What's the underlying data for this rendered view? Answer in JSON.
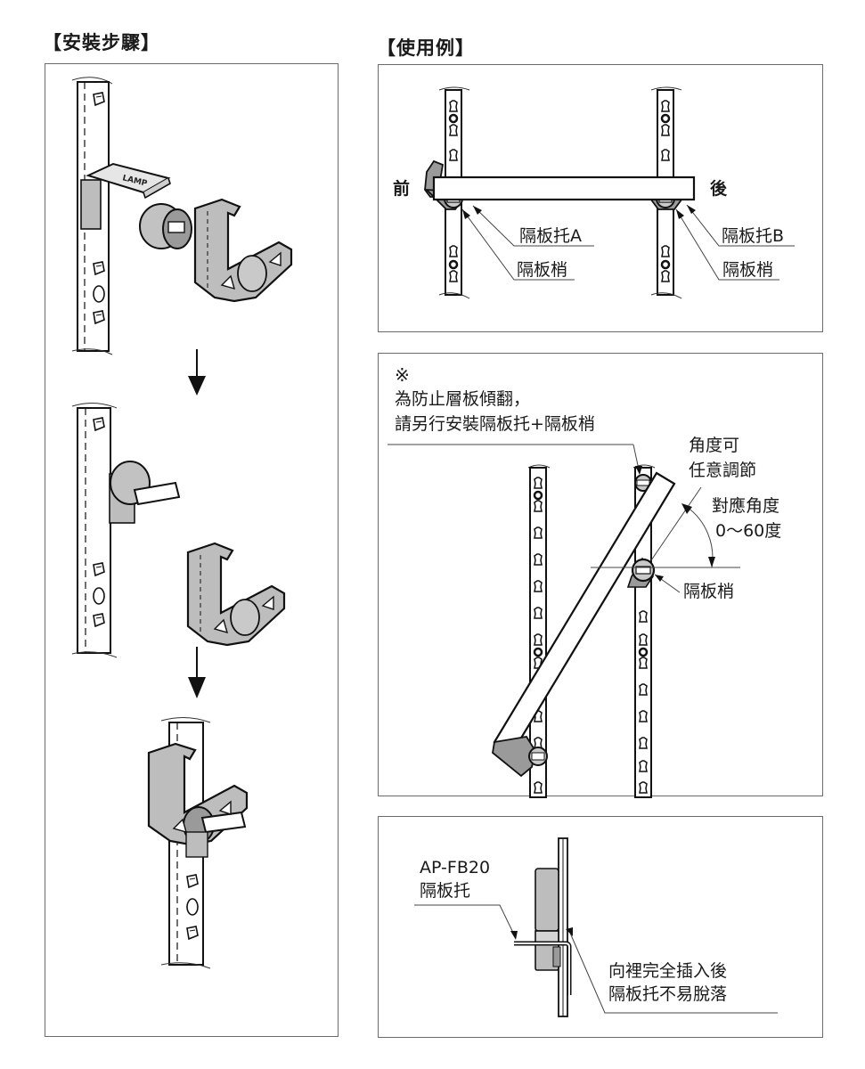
{
  "headings": {
    "install_steps": "【安裝步驟】",
    "usage_examples": "【使用例】"
  },
  "usage_panel_1": {
    "front_label": "前",
    "back_label": "後",
    "bracket_a_label": "隔板托A",
    "pin_label_a": "隔板梢",
    "bracket_b_label": "隔板托B",
    "pin_label_b": "隔板梢"
  },
  "usage_panel_2": {
    "note_mark": "※",
    "note_line_1": "為防止層板傾翻，",
    "note_line_2": "請另行安裝隔板托+隔板梢",
    "adjust_line_1": "角度可",
    "adjust_line_2": "任意調節",
    "angle_line_1": "對應角度",
    "angle_line_2": "0～60度",
    "pin_label": "隔板梢",
    "angle_range_deg": [
      0,
      60
    ]
  },
  "usage_panel_3": {
    "model_label": "AP-FB20",
    "bracket_label": "隔板托",
    "note_line_1": "向裡完全插入後",
    "note_line_2": "隔板托不易脫落"
  },
  "install_steps": {
    "step_count": 3,
    "arrow_icon": "down-arrow"
  }
}
